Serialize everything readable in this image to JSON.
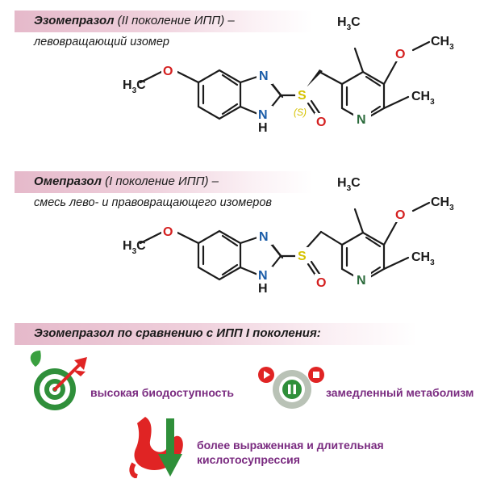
{
  "section1": {
    "name": "Эзомепразол",
    "desc": " (II поколение ИПП) –",
    "subtitle": "левовращающий изомер"
  },
  "section2": {
    "name": "Омепразол",
    "desc": " (I поколение ИПП) –",
    "subtitle": "смесь лево- и правовращающего изомеров"
  },
  "comparison": {
    "title": "Эзомепразол по сравнению с ИПП I поколения:"
  },
  "benefits": {
    "bioavailability": "высокая биодоступность",
    "metabolism": "замедленный метаболизм",
    "acid_line1": "более выраженная и длительная",
    "acid_line2": "кислотосупрессия"
  },
  "molecule": {
    "h3c": "H",
    "h3c_sub": "3",
    "h3c_c": "C",
    "ch3_c": "CH",
    "ch3_sub": "3",
    "o": "O",
    "n": "N",
    "nh_n": "N",
    "nh_h": "H",
    "s": "S",
    "stereo": "(S)"
  },
  "colors": {
    "oxygen": "#d42020",
    "nitrogen": "#1a5ca8",
    "nitrogen_pyridine": "#2a6a3a",
    "sulfur": "#d6c200",
    "benefit_text": "#7a2b80",
    "band": "#e5b9ca"
  }
}
